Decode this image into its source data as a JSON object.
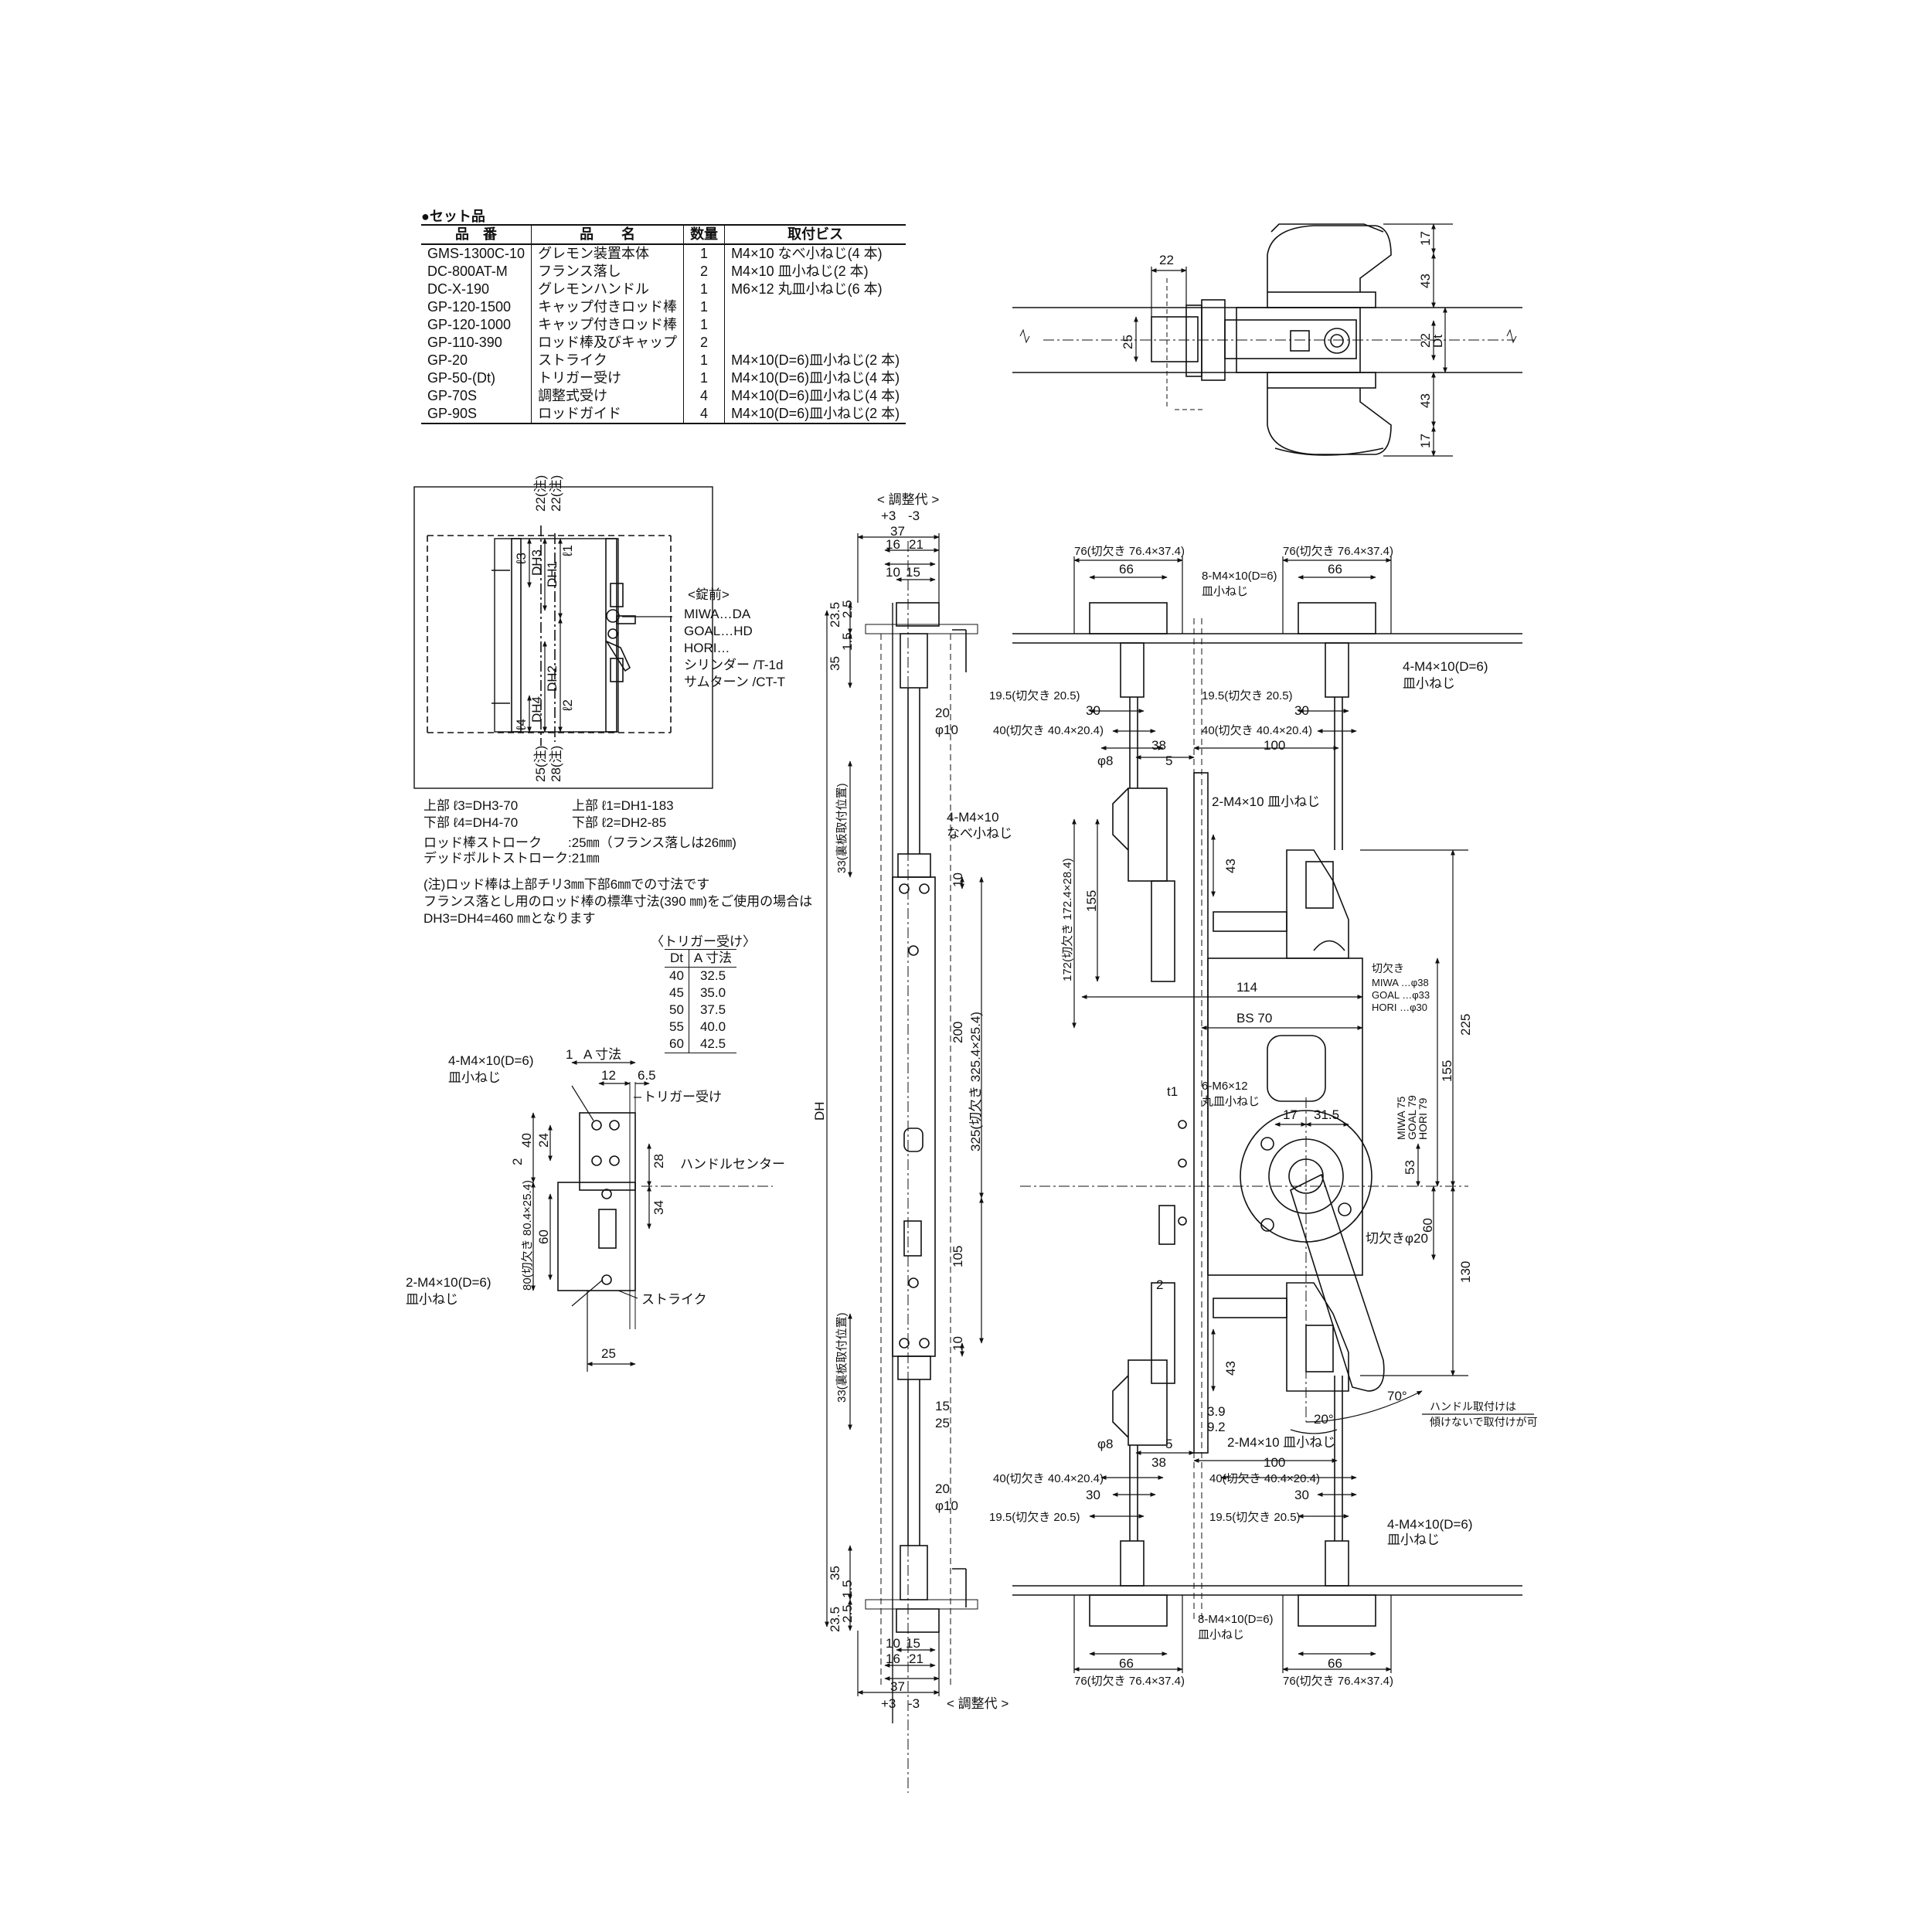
{
  "set_parts": {
    "title": "●セット品",
    "headers": [
      "品　番",
      "品　　名",
      "数量",
      "取付ビス"
    ],
    "rows": [
      [
        "GMS-1300C-10",
        "グレモン装置本体",
        "1",
        "M4×10 なべ小ねじ(4 本)"
      ],
      [
        "DC-800AT-M",
        "フランス落し",
        "2",
        "M4×10 皿小ねじ(2 本)"
      ],
      [
        "DC-X-190",
        "グレモンハンドル",
        "1",
        "M6×12 丸皿小ねじ(6 本)"
      ],
      [
        "GP-120-1500",
        "キャップ付きロッド棒",
        "1",
        ""
      ],
      [
        "GP-120-1000",
        "キャップ付きロッド棒",
        "1",
        ""
      ],
      [
        "GP-110-390",
        "ロッド棒及びキャップ",
        "2",
        ""
      ],
      [
        "GP-20",
        "ストライク",
        "1",
        "M4×10(D=6)皿小ねじ(2 本)"
      ],
      [
        "GP-50-(Dt)",
        "トリガー受け",
        "1",
        "M4×10(D=6)皿小ねじ(4 本)"
      ],
      [
        "GP-70S",
        "調整式受け",
        "4",
        "M4×10(D=6)皿小ねじ(4 本)"
      ],
      [
        "GP-90S",
        "ロッドガイド",
        "4",
        "M4×10(D=6)皿小ねじ(2 本)"
      ]
    ]
  },
  "inset": {
    "dims": [
      "22(注)",
      "22(注)",
      "ℓ3",
      "DH3",
      "DH1",
      "ℓ1",
      "DH2",
      "ℓ2",
      "DH4",
      "ℓ4",
      "25(注)",
      "28(注)"
    ],
    "lock_title": "<錠前>",
    "lock_lines": [
      "MIWA…DA",
      "GOAL…HD",
      "HORI…",
      "シリンダー /T-1d",
      "サムターン /CT-T"
    ],
    "formulas": [
      "上部 ℓ3=DH3-70",
      "上部 ℓ1=DH1-183",
      "下部 ℓ4=DH4-70",
      "下部 ℓ2=DH2-85"
    ],
    "stroke": [
      "ロッド棒ストローク　　:25㎜（フランス落しは26㎜)",
      "デッドボルトストローク:21㎜"
    ]
  },
  "note_lines": [
    "(注)ロッド棒は上部チリ3㎜下部6㎜での寸法です",
    "フランス落とし用のロッド棒の標準寸法(390 ㎜)をご使用の場合は",
    "DH3=DH4=460 ㎜となります"
  ],
  "trigger_table": {
    "title": "〈トリガー受け〉",
    "headers": [
      "Dt",
      "A 寸法"
    ],
    "rows": [
      [
        "40",
        "32.5"
      ],
      [
        "45",
        "35.0"
      ],
      [
        "50",
        "37.5"
      ],
      [
        "55",
        "40.0"
      ],
      [
        "60",
        "42.5"
      ]
    ]
  },
  "strike_detail": {
    "labels": [
      "4-M4×10(D=6)",
      "皿小ねじ",
      "1",
      "A 寸法",
      "12",
      "6.5",
      "トリガー受け",
      "40",
      "24",
      "28",
      "2",
      "ハンドルセンター",
      "34",
      "60",
      "80(切欠き 80.4×25.4)",
      "2-M4×10(D=6)",
      "皿小ねじ",
      "ストライク",
      "25"
    ]
  },
  "top_view": {
    "labels": [
      "22",
      "25",
      "17",
      "43",
      "22",
      "Dt",
      "43",
      "17"
    ]
  },
  "rod_view": {
    "labels": [
      "< 調整代 >",
      "+3",
      "-3",
      "37",
      "16",
      "21",
      "10",
      "15",
      "23.5",
      "2.5",
      "35",
      "1.5",
      "20",
      "φ10",
      "33(裏板取付位置)",
      "4-M4×10",
      "なべ小ねじ",
      "10",
      "200",
      "325(切欠き 325.4×25.4)",
      "DH",
      "105",
      "10",
      "33(裏板取付位置)",
      "15",
      "25",
      "20",
      "φ10",
      "35",
      "1.5",
      "23.5",
      "2.5",
      "10",
      "15",
      "16",
      "21",
      "37",
      "+3",
      "-3",
      "< 調整代 >"
    ]
  },
  "main_view": {
    "labels": [
      "76(切欠き 76.4×37.4)",
      "66",
      "76(切欠き 76.4×37.4)",
      "8-M4×10(D=6)",
      "皿小ねじ",
      "66",
      "4-M4×10(D=6)",
      "皿小ねじ",
      "19.5(切欠き 20.5)",
      "30",
      "19.5(切欠き 20.5)",
      "30",
      "40(切欠き 40.4×20.4)",
      "38",
      "40(切欠き 40.4×20.4)",
      "100",
      "φ8",
      "5",
      "2-M4×10 皿小ねじ",
      "43",
      "155",
      "172(切欠き 172.4×28.4)",
      "切欠き",
      "MIWA …φ38",
      "GOAL …φ33",
      "HORI …φ30",
      "114",
      "225",
      "BS 70",
      "155",
      "t1",
      "6-M6×12",
      "丸皿小ねじ",
      "17",
      "31.5",
      "MIWA 75",
      "GOAL 79",
      "HORI 79",
      "53",
      "60",
      "切欠きφ20",
      "130",
      "2",
      "43",
      "70°",
      "20°",
      "ハンドル取付けは",
      "傾けないで取付けが可",
      "3.9",
      "9.2",
      "2-M4×10 皿小ねじ",
      "φ8",
      "5",
      "38",
      "100",
      "40(切欠き 40.4×20.4)",
      "40(切欠き 40.4×20.4)",
      "30",
      "30",
      "19.5(切欠き 20.5)",
      "19.5(切欠き 20.5)",
      "4-M4×10(D=6)",
      "皿小ねじ",
      "8-M4×10(D=6)",
      "皿小ねじ",
      "66",
      "66",
      "76(切欠き 76.4×37.4)",
      "76(切欠き 76.4×37.4)"
    ]
  }
}
